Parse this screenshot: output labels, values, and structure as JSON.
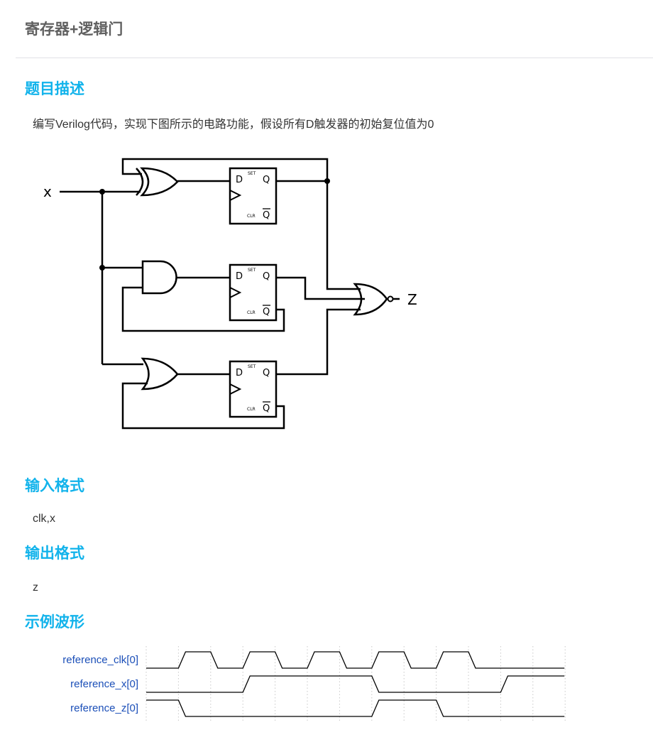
{
  "page": {
    "title": "寄存器+逻辑门"
  },
  "sections": {
    "description": {
      "heading": "题目描述",
      "text": "编写Verilog代码，实现下图所示的电路功能，假设所有D触发器的初始复位值为0"
    },
    "input_format": {
      "heading": "输入格式",
      "text": "clk,x"
    },
    "output_format": {
      "heading": "输出格式",
      "text": "z"
    },
    "example_waveform": {
      "heading": "示例波形"
    }
  },
  "circuit": {
    "input_label": "x",
    "output_label": "Z",
    "flipflops": [
      {
        "d": "D",
        "q": "Q",
        "qbar": "Q",
        "set": "SET",
        "clr": "CLR",
        "input_gate": "XOR",
        "feedback": "Q"
      },
      {
        "d": "D",
        "q": "Q",
        "qbar": "Q",
        "set": "SET",
        "clr": "CLR",
        "input_gate": "AND",
        "feedback": "Q̄"
      },
      {
        "d": "D",
        "q": "Q",
        "qbar": "Q",
        "set": "SET",
        "clr": "CLR",
        "input_gate": "OR",
        "feedback": "Q̄"
      }
    ],
    "output_gate": "NOR"
  },
  "waveform": {
    "signals": [
      {
        "name": "reference_clk[0]",
        "levels": [
          0,
          1,
          0,
          1,
          0,
          1,
          0,
          1,
          0,
          1,
          0,
          0,
          0
        ]
      },
      {
        "name": "reference_x[0]",
        "levels": [
          0,
          0,
          0,
          1,
          1,
          1,
          1,
          0,
          0,
          0,
          0,
          1,
          1
        ]
      },
      {
        "name": "reference_z[0]",
        "levels": [
          1,
          0,
          0,
          0,
          0,
          0,
          0,
          1,
          1,
          0,
          0,
          0,
          0
        ]
      }
    ],
    "line_color": "#000000",
    "label_color": "#1b4fb8",
    "grid_color": "#c8c8c8"
  }
}
